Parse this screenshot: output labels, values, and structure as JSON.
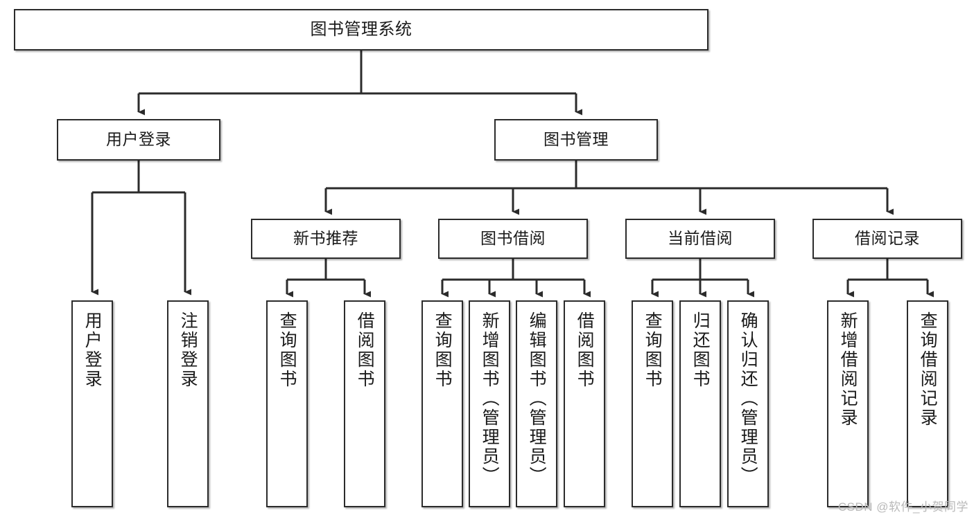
{
  "diagram": {
    "type": "tree-hierarchy",
    "title": "图书管理系统",
    "watermark": "CSDN @软件_小贺同学",
    "colors": {
      "background": "#ffffff",
      "box_border": "#2b2b2b",
      "box_fill": "#ffffff",
      "connector": "#2b2b2b",
      "text": "#1a1a1a",
      "watermark": "#b9b9b9"
    },
    "nodes": {
      "root": {
        "label": "图书管理系统"
      },
      "level1": [
        {
          "id": "user-login",
          "label": "用户登录"
        },
        {
          "id": "book-manage",
          "label": "图书管理"
        }
      ],
      "level2": [
        {
          "id": "new-book-recommend",
          "label": "新书推荐"
        },
        {
          "id": "book-borrow",
          "label": "图书借阅"
        },
        {
          "id": "current-borrow",
          "label": "当前借阅"
        },
        {
          "id": "borrow-record",
          "label": "借阅记录"
        }
      ],
      "leaves": {
        "user_login": [
          {
            "id": "leaf-user-login",
            "label": "用户登录"
          },
          {
            "id": "leaf-logout-login",
            "label": "注销登录"
          }
        ],
        "new_book_recommend": [
          {
            "id": "leaf-query-book-1",
            "label": "查询图书"
          },
          {
            "id": "leaf-borrow-book-1",
            "label": "借阅图书"
          }
        ],
        "book_borrow": [
          {
            "id": "leaf-query-book-2",
            "label": "查询图书"
          },
          {
            "id": "leaf-add-book",
            "label": "新增图书（管理员）"
          },
          {
            "id": "leaf-edit-book",
            "label": "编辑图书（管理员）"
          },
          {
            "id": "leaf-borrow-book-2",
            "label": "借阅图书"
          }
        ],
        "current_borrow": [
          {
            "id": "leaf-query-book-3",
            "label": "查询图书"
          },
          {
            "id": "leaf-return-book",
            "label": "归还图书"
          },
          {
            "id": "leaf-confirm-return",
            "label": "确认归还（管理员）"
          }
        ],
        "borrow_record": [
          {
            "id": "leaf-add-record",
            "label": "新增借阅记录"
          },
          {
            "id": "leaf-query-record",
            "label": "查询借阅记录"
          }
        ]
      }
    }
  }
}
